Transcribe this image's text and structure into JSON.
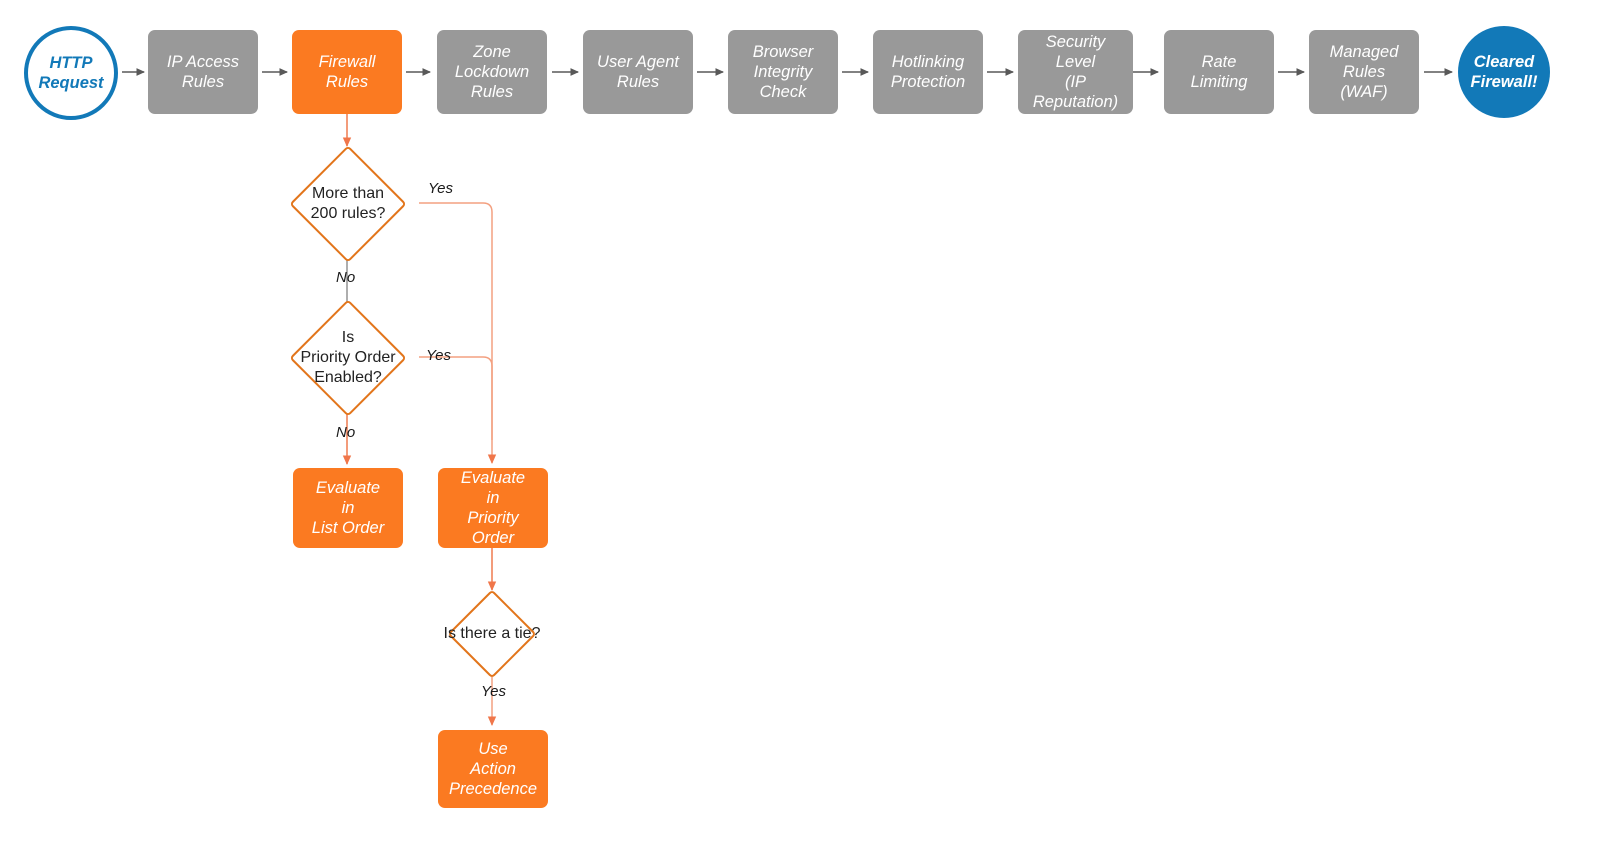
{
  "diagram": {
    "title": "Cloudflare Firewall Rules evaluation order flowchart",
    "colors": {
      "gray_node": "#999999",
      "orange_node": "#fb7a21",
      "orange_outline": "#e2751b",
      "blue_node": "#1279b8",
      "gray_arrow": "#595959",
      "orange_arrow": "#f0845a",
      "canvas": "#ffffff"
    }
  },
  "pipeline": {
    "start": {
      "label": "HTTP\nRequest",
      "shape": "circle",
      "style": "outlined-blue"
    },
    "steps": [
      {
        "label": "IP Access\nRules",
        "style": "gray"
      },
      {
        "label": "Firewall\nRules",
        "style": "orange"
      },
      {
        "label": "Zone\nLockdown\nRules",
        "style": "gray"
      },
      {
        "label": "User Agent\nRules",
        "style": "gray"
      },
      {
        "label": "Browser\nIntegrity\nCheck",
        "style": "gray"
      },
      {
        "label": "Hotlinking\nProtection",
        "style": "gray"
      },
      {
        "label": "Security\nLevel\n(IP Reputation)",
        "style": "gray"
      },
      {
        "label": "Rate\nLimiting",
        "style": "gray"
      },
      {
        "label": "Managed\nRules\n(WAF)",
        "style": "gray"
      }
    ],
    "end": {
      "label": "Cleared\nFirewall!",
      "shape": "circle",
      "style": "filled-blue"
    }
  },
  "decisions": [
    {
      "id": "more-than-200-rules",
      "label": "More than\n200 rules?"
    },
    {
      "id": "is-priority-order-enabled",
      "label": "Is\nPriority Order\nEnabled?"
    },
    {
      "id": "is-there-a-tie",
      "label": "Is there a tie?"
    }
  ],
  "actions": [
    {
      "id": "evaluate-in-list-order",
      "label": "Evaluate\nin\nList Order"
    },
    {
      "id": "evaluate-in-priority-order",
      "label": "Evaluate\nin\nPriority Order"
    },
    {
      "id": "use-action-precedence",
      "label": "Use\nAction\nPrecedence"
    }
  ],
  "edge_labels": {
    "more_rules_yes": "Yes",
    "more_rules_no": "No",
    "priority_yes": "Yes",
    "priority_no": "No",
    "tie_yes": "Yes"
  }
}
